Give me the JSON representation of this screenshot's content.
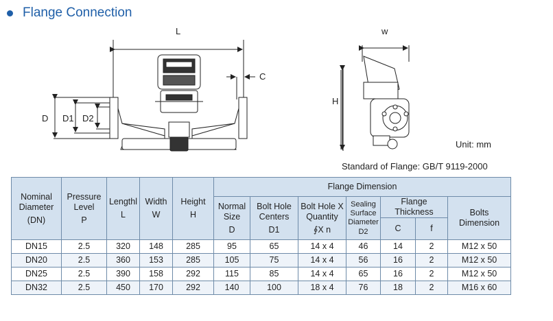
{
  "page": {
    "title": "Flange Connection",
    "accent_color": "#1f5fa8"
  },
  "drawing": {
    "front_labels": {
      "L": "L",
      "C": "C",
      "D": "D",
      "D1": "D1",
      "D2": "D2"
    },
    "side_labels": {
      "W": "w",
      "H": "H"
    },
    "unit": "Unit:  mm",
    "standard": "Standard of Flange: GB/T 9119-2000"
  },
  "table": {
    "headers": {
      "nominal": "Nominal Diameter",
      "nominal_sym": "(DN)",
      "pressure": "Pressure Level",
      "pressure_sym": "P",
      "length": "Lengthl",
      "length_sym": "L",
      "width": "Width",
      "width_sym": "W",
      "height": "Height",
      "height_sym": "H",
      "flange_dimension": "Flange Dimension",
      "normal_size": "Normal Size",
      "normal_size_sym": "D",
      "bolt_centers": "Bolt Hole Centers",
      "bolt_centers_sym": "D1",
      "bolt_quantity": "Bolt Hole X Quantity",
      "bolt_quantity_sym": "∮X n",
      "sealing": "Sealing Surface Diameter",
      "sealing_sym": "D2",
      "flange_thickness": "Flange Thickness",
      "thickness_c": "C",
      "thickness_f": "f",
      "bolts": "Bolts Dimension"
    },
    "rows": [
      [
        "DN15",
        "2.5",
        "320",
        "148",
        "285",
        "95",
        "65",
        "14 x 4",
        "46",
        "14",
        "2",
        "M12  x 50"
      ],
      [
        "DN20",
        "2.5",
        "360",
        "153",
        "285",
        "105",
        "75",
        "14 x 4",
        "56",
        "16",
        "2",
        "M12  x 50"
      ],
      [
        "DN25",
        "2.5",
        "390",
        "158",
        "292",
        "115",
        "85",
        "14 x 4",
        "65",
        "16",
        "2",
        "M12  x 50"
      ],
      [
        "DN32",
        "2.5",
        "450",
        "170",
        "292",
        "140",
        "100",
        "18 x 4",
        "76",
        "18",
        "2",
        "M16  x 60"
      ]
    ]
  }
}
